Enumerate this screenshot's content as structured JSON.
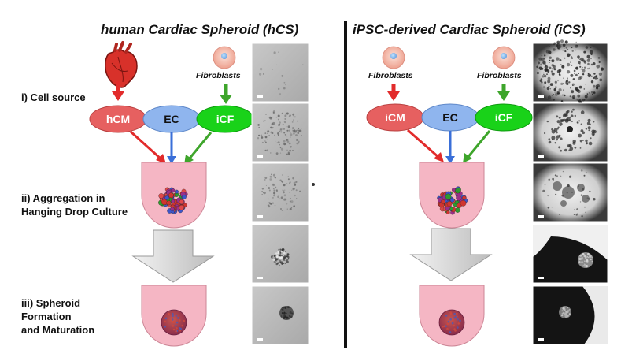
{
  "panels": {
    "left": {
      "title": "human Cardiac Spheroid (hCS)",
      "fibroblast_label": "Fibroblasts",
      "cells": {
        "cm": "hCM",
        "ec": "EC",
        "cf": "iCF"
      }
    },
    "right": {
      "title": "iPSC-derived Cardiac Spheroid (iCS)",
      "fibroblast_label_1": "Fibroblasts",
      "fibroblast_label_2": "Fibroblasts",
      "cells": {
        "cm": "iCM",
        "ec": "EC",
        "cf": "iCF"
      }
    }
  },
  "steps": {
    "s1": "i) Cell source",
    "s2_line1": "ii) Aggregation in",
    "s2_line2": "Hanging Drop Culture",
    "s3_line1": "iii) Spheroid",
    "s3_line2": "Formation",
    "s3_line3": "and Maturation"
  },
  "colors": {
    "cm": "#e66060",
    "ec": "#6d9ee8",
    "cf": "#19d219",
    "drop": "#f5b6c4",
    "arrow_red": "#e22b2b",
    "arrow_blue": "#3a6fd8",
    "arrow_green": "#3ea52b"
  },
  "icons": [
    "heart-icon",
    "fibroblast-cell-icon",
    "down-arrow-icon"
  ]
}
